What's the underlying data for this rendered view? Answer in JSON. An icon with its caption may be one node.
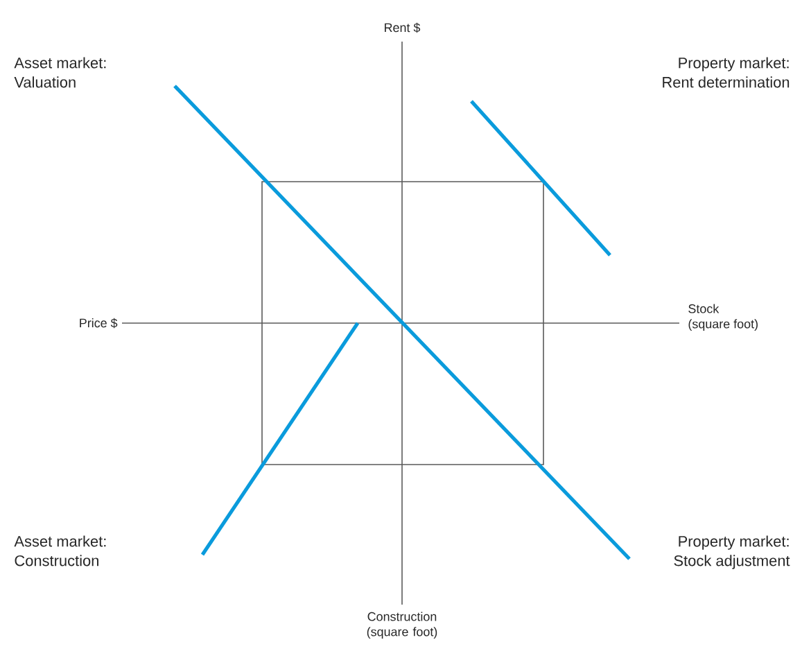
{
  "diagram": {
    "labels": [
      "Rent $",
      "Asset market: Valuation",
      "Property market: Rent determination",
      "Price $",
      "Stock (square foot)",
      "Asset market: Construction",
      "Property market: Stock adjustment",
      "Construction (square foot)"
    ]
  }
}
